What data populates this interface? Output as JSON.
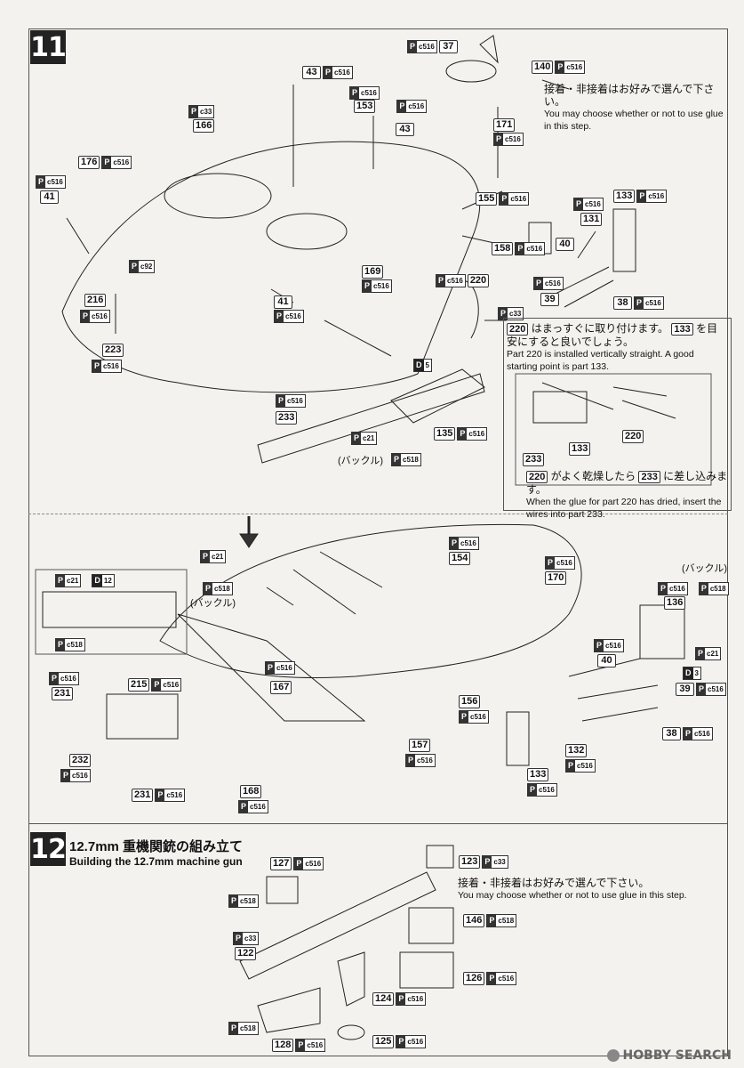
{
  "steps": {
    "s11": "11",
    "s12": "12"
  },
  "step12": {
    "title_jp": "12.7mm 重機関銃の組み立て",
    "title_en": "Building the 12.7mm machine gun"
  },
  "notes": {
    "glue1_jp": "接着・非接着はお好みで選んで下さい。",
    "glue1_en": "You may choose whether or not to use glue in this step.",
    "part220_jp_a": "はまっすぐに取り付けます。",
    "part220_jp_b": "を目安にすると良いでしょう。",
    "part220_en": "Part 220 is installed vertically straight. A good starting point is part 133.",
    "dry_jp_a": "がよく乾燥したら",
    "dry_jp_b": "に差し込みます。",
    "dry_en": "When the glue for part 220 has dried, insert the wires into part 233.",
    "glue2_jp": "接着・非接着はお好みで選んで下さい。",
    "glue2_en": "You may choose whether or not to use glue in this step.",
    "buckle": "(バックル)"
  },
  "p_label": "P",
  "d_label": "D",
  "parts": {
    "n37": "37",
    "n140": "140",
    "n43a": "43",
    "n153": "153",
    "n43b": "43",
    "n171": "171",
    "n166": "166",
    "n176": "176",
    "n41a": "41",
    "n155": "155",
    "n158": "158",
    "n133a": "133",
    "n131": "131",
    "n40a": "40",
    "n169": "169",
    "n220": "220",
    "n39a": "39",
    "n38a": "38",
    "n216": "216",
    "n223": "223",
    "n41b": "41",
    "n233": "233",
    "n135": "135",
    "n133b": "133",
    "n220b": "220",
    "n233b": "233",
    "n220r1": "220",
    "n133r1": "133",
    "n220r2": "220",
    "n233r2": "233",
    "n154": "154",
    "n170": "170",
    "n136": "136",
    "n40b": "40",
    "n39b": "39",
    "n38b": "38",
    "n231a": "231",
    "n215": "215",
    "n167": "167",
    "n156": "156",
    "n157": "157",
    "n232": "232",
    "n231b": "231",
    "n168": "168",
    "n132": "132",
    "n133c": "133",
    "d12": "12",
    "d3": "3",
    "d5": "5",
    "n127": "127",
    "n123": "123",
    "n146": "146",
    "n122": "122",
    "n126": "126",
    "n124": "124",
    "n128": "128",
    "n125": "125"
  },
  "codes": {
    "c516": "c516",
    "c33": "c33",
    "c92": "c92",
    "c21": "c21",
    "c518": "c518"
  },
  "watermark": "HOBBY SEARCH"
}
